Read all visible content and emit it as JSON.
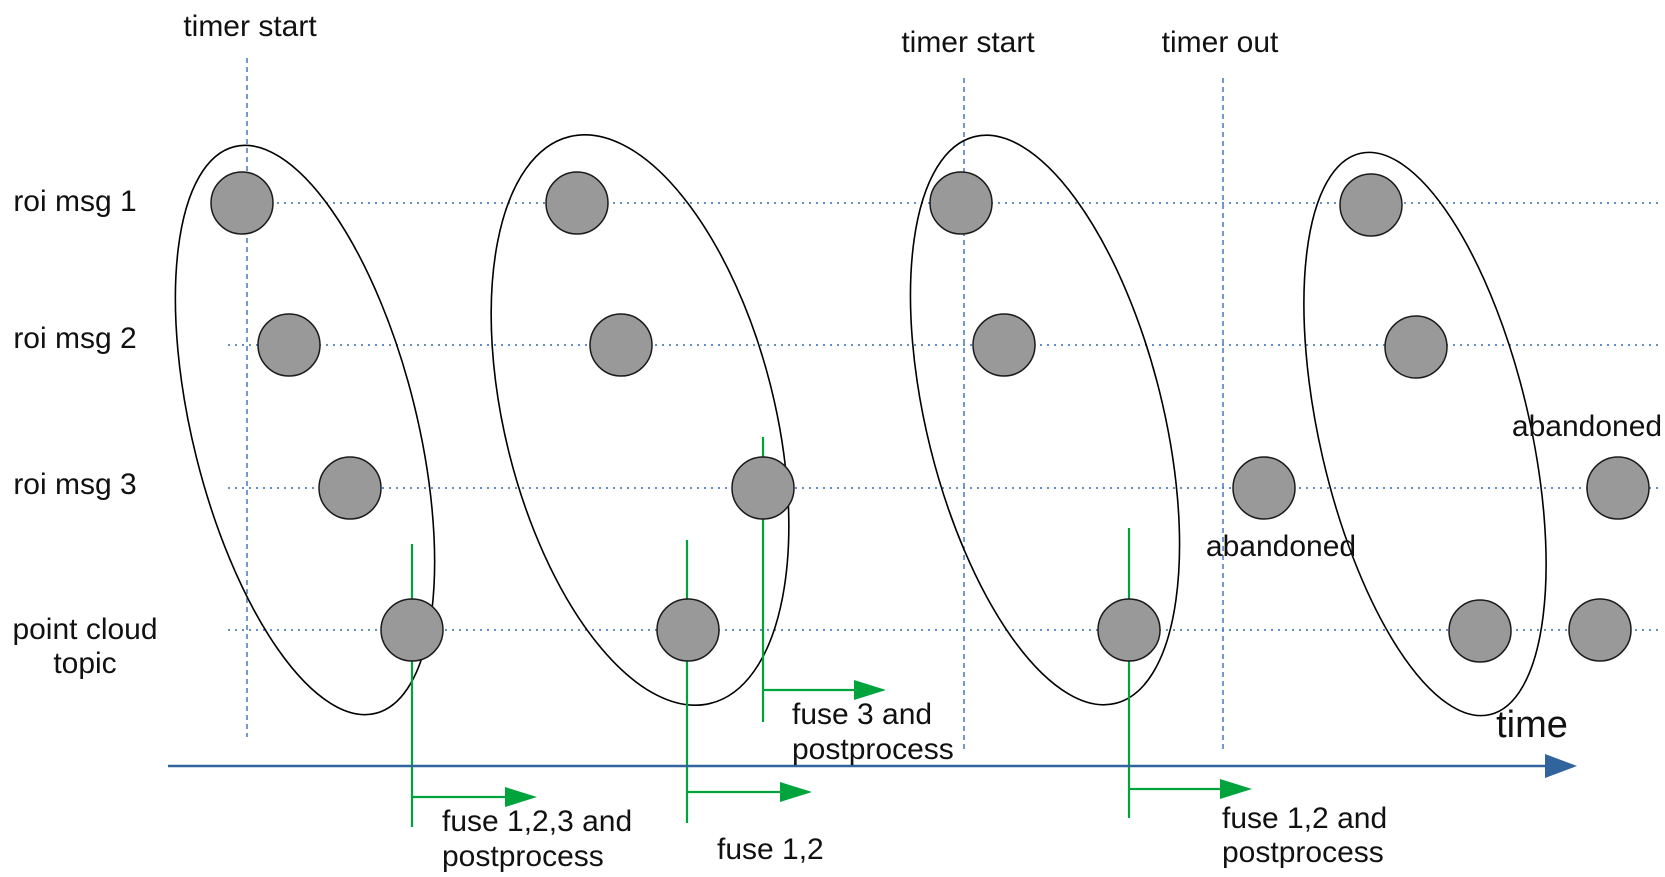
{
  "diagram": {
    "timer_labels": {
      "timer_start_1": "timer start",
      "timer_start_2": "timer start",
      "timer_out": "timer out"
    },
    "row_labels": {
      "roi_msg_1": "roi msg 1",
      "roi_msg_2": "roi msg 2",
      "roi_msg_3": "roi msg 3",
      "point_cloud_line1": "point cloud",
      "point_cloud_line2": "topic"
    },
    "fuse_annotations": {
      "fuse123_line1": "fuse 1,2,3 and",
      "fuse123_line2": "postprocess",
      "fuse12": "fuse 1,2",
      "fuse3_line1": "fuse 3 and",
      "fuse3_line2": "postprocess",
      "fuse12pp_line1": "fuse 1,2 and",
      "fuse12pp_line2": "postprocess"
    },
    "abandoned_labels": {
      "left": "abandoned",
      "right": "abandoned"
    },
    "axis_label": "time",
    "colors": {
      "fuse_green": "#00a33c",
      "axis_blue": "#31639c",
      "guide_blue": "#4f81bd",
      "dot_fill": "#999999",
      "dot_stroke": "#1a1a1a",
      "ellipse_stroke": "#000000",
      "text": "#111111"
    },
    "structure": {
      "rows": [
        "roi msg 1",
        "roi msg 2",
        "roi msg 3",
        "point cloud topic"
      ],
      "cycles": [
        {
          "group": 1,
          "messages_fused": [
            "roi 1",
            "roi 2",
            "roi 3",
            "point cloud"
          ],
          "result": "fuse 1,2,3 and postprocess"
        },
        {
          "group": 2,
          "messages_fused": [
            "roi 1",
            "roi 2",
            "point cloud"
          ],
          "late_message": "roi 3",
          "results": [
            "fuse 1,2",
            "fuse 3 and postprocess"
          ]
        },
        {
          "group": 3,
          "messages_fused": [
            "roi 1",
            "roi 2",
            "point cloud"
          ],
          "abandoned": [
            "roi 3"
          ],
          "result": "fuse 1,2 and postprocess"
        },
        {
          "group": 4,
          "messages_fused": [
            "roi 1",
            "roi 2",
            "point cloud"
          ],
          "abandoned": [
            "roi 3",
            "point cloud"
          ]
        }
      ]
    }
  }
}
